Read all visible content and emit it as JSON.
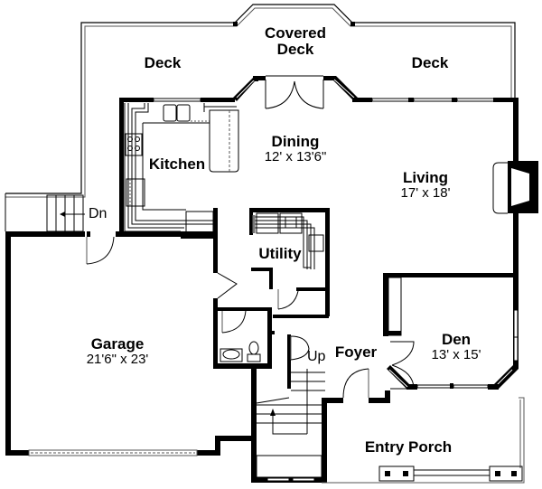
{
  "plan": {
    "rooms": [
      {
        "id": "covered-deck",
        "name": "Covered\nDeck",
        "line1": "Covered",
        "line2": "Deck",
        "dims": ""
      },
      {
        "id": "deck-left",
        "name": "Deck",
        "dims": ""
      },
      {
        "id": "deck-right",
        "name": "Deck",
        "dims": ""
      },
      {
        "id": "kitchen",
        "name": "Kitchen",
        "dims": ""
      },
      {
        "id": "dining",
        "name": "Dining",
        "dims": "12' x 13'6\""
      },
      {
        "id": "living",
        "name": "Living",
        "dims": "17' x 18'"
      },
      {
        "id": "utility",
        "name": "Utility",
        "dims": ""
      },
      {
        "id": "garage",
        "name": "Garage",
        "dims": "21'6\" x 23'"
      },
      {
        "id": "foyer",
        "name": "Foyer",
        "dims": ""
      },
      {
        "id": "den",
        "name": "Den",
        "dims": "13' x 15'"
      },
      {
        "id": "entry-porch",
        "name": "Entry Porch",
        "dims": ""
      }
    ],
    "stairs": {
      "down_label": "Dn",
      "up_label": "Up"
    },
    "colors": {
      "wall": "#000000",
      "background": "#ffffff",
      "fixture_line": "#555555"
    }
  }
}
